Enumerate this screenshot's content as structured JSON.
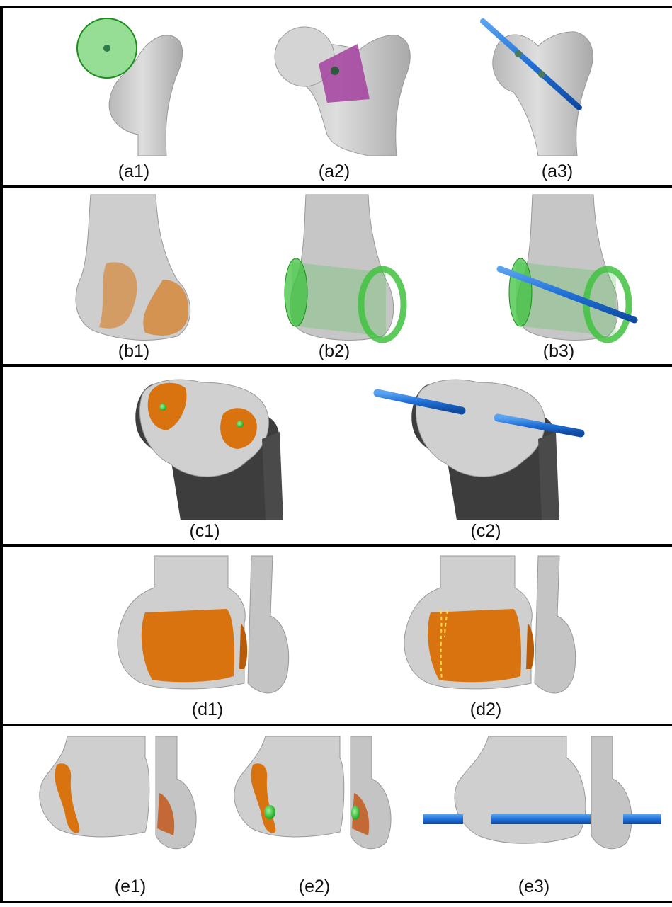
{
  "figure": {
    "rows": [
      {
        "id": "a",
        "captions": [
          "(a1)",
          "(a2)",
          "(a3)"
        ]
      },
      {
        "id": "b",
        "captions": [
          "(b1)",
          "(b2)",
          "(b3)"
        ]
      },
      {
        "id": "c",
        "captions": [
          "(c1)",
          "(c2)"
        ]
      },
      {
        "id": "d",
        "captions": [
          "(d1)",
          "(d2)"
        ]
      },
      {
        "id": "e",
        "captions": [
          "(e1)",
          "(e2)",
          "(e3)"
        ]
      }
    ],
    "colors": {
      "bone": "#cfcfcf",
      "bone_shadow": "#9a9a9a",
      "sphere_green": "#3fc23f",
      "neck_magenta": "#a43fa0",
      "axis_blue": "#1f6fd6",
      "cartilage_orange": "#d9730f",
      "dashed_yellow": "#ffe04a",
      "border": "#000000"
    }
  }
}
